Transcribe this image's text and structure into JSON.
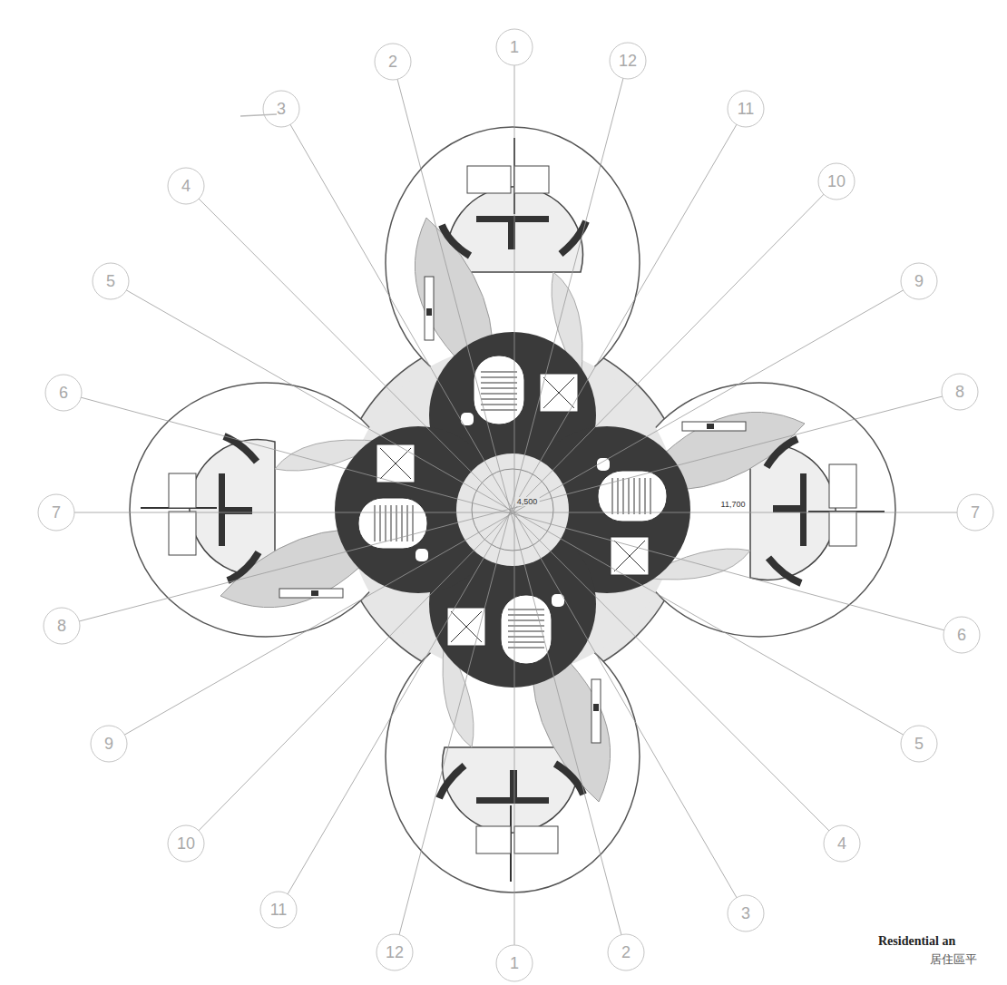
{
  "diagram": {
    "caption": "Residential an",
    "labels": [
      "1",
      "12",
      "11",
      "10",
      "9",
      "8",
      "7",
      "6",
      "5",
      "4",
      "3",
      "2",
      "1",
      "12",
      "11",
      "10",
      "9",
      "8",
      "7",
      "6",
      "5",
      "4",
      "3",
      "2",
      "4,500",
      "11,700",
      "居住區平"
    ]
  }
}
